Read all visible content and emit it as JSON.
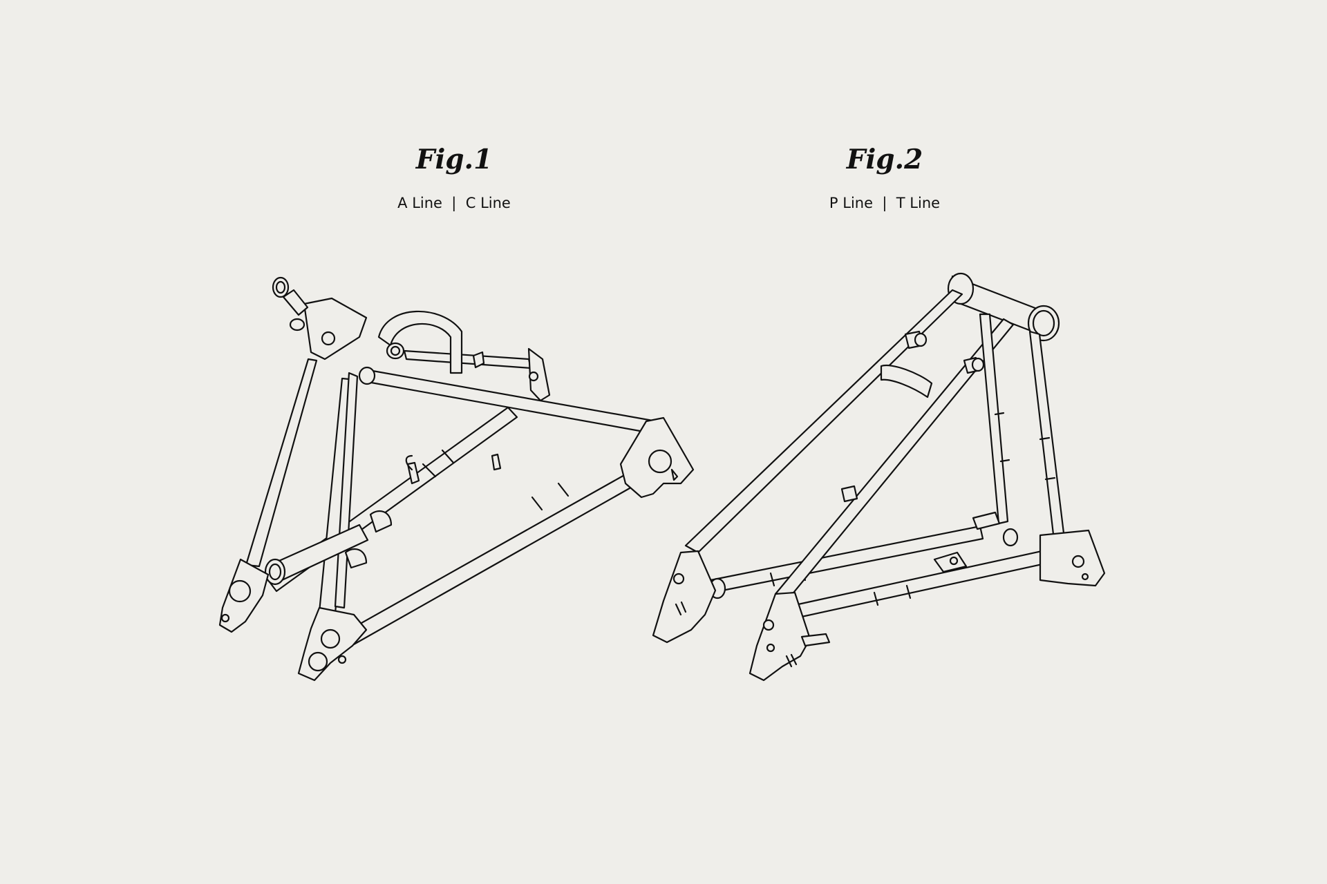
{
  "figures": [
    {
      "title": "Fig.1",
      "subtitle": "A Line  |  C Line",
      "icon": "folding-bike-rear-frame-drawing"
    },
    {
      "title": "Fig.2",
      "subtitle": "P Line  |  T Line",
      "icon": "folding-bike-rear-frame-drawing"
    }
  ],
  "colors": {
    "background": "#efeeea",
    "ink": "#111111"
  }
}
